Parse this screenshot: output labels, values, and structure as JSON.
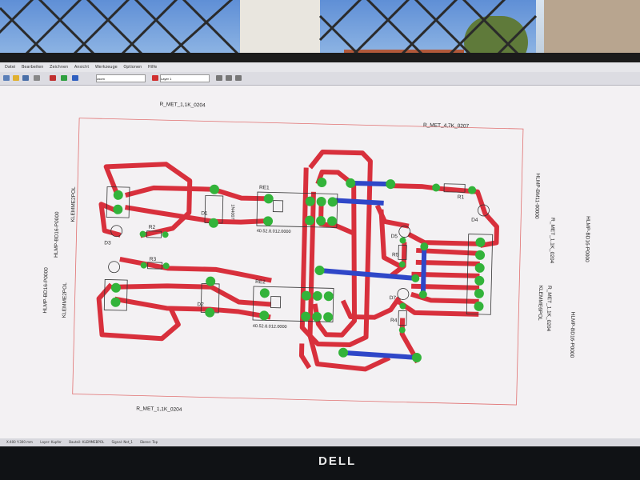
{
  "menu": {
    "items": [
      "Datei",
      "Bearbeiten",
      "Zeichnen",
      "Ansicht",
      "Werkzeuge",
      "Optionen",
      "Hilfe"
    ]
  },
  "toolbar": {
    "zoom_value": "zoom",
    "grid_value": "Layer 1"
  },
  "status": {
    "coord_text": "X:400 Y:300 mm",
    "layer_text": "Layer: Kupfer",
    "part_text": "Bauteil: KLEMMEBPOL",
    "signal_text": "Signal: Net_1",
    "mode_text": "Ebene: Top"
  },
  "pcb": {
    "labels": {
      "r_top_left": "R_MET_1,1K_0204",
      "r_top_right": "R_MET_4,7K_0207",
      "r_bottom": "R_MET_1,1K_0204",
      "left_vertical_1": "HLMP-BD16-P0000",
      "left_vertical_2": "HLMP-BD16-P0000",
      "left_klemme_top": "KLEMME2POL",
      "left_klemme_bottom": "KLEMME2POL",
      "right_vertical_1": "HLMP-BM11-00000",
      "right_vertical_2": "R_MET_1,1K_0204",
      "right_vertical_3": "HLMP-BD16-P0000",
      "right_klemme": "KLEMME6POL",
      "right_r_met": "R_MET_1,1K_0204",
      "right_hlmp": "HLMP-BD16-P0000",
      "re1": "RE1",
      "re2": "RE2",
      "relay_part_1": "40.52.8.012.0000",
      "relay_part_2": "40.52.8.012.0000",
      "d1": "D1",
      "d2": "D2",
      "diode_part": "1N4007",
      "r1": "R1",
      "r2": "R2",
      "r3": "R3",
      "r4": "R4",
      "r5": "R5",
      "d3": "D3",
      "d4": "D4",
      "d5": "D5",
      "d7": "D7"
    }
  },
  "monitor": {
    "brand": "DELL"
  }
}
